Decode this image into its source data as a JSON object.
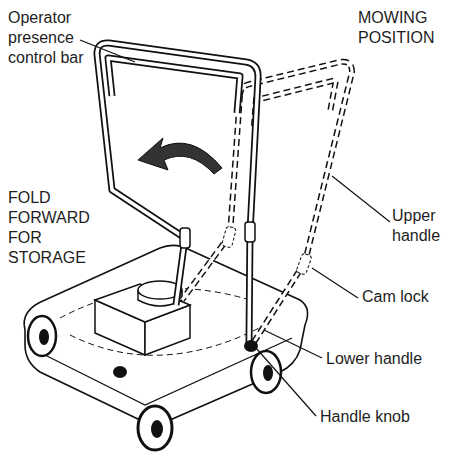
{
  "diagram": {
    "labels": [
      "Operator presence control bar",
      "MOWING POSITION",
      "FOLD FORWARD FOR STORAGE",
      "Upper handle",
      "Cam lock",
      "Lower handle",
      "Handle knob"
    ]
  }
}
